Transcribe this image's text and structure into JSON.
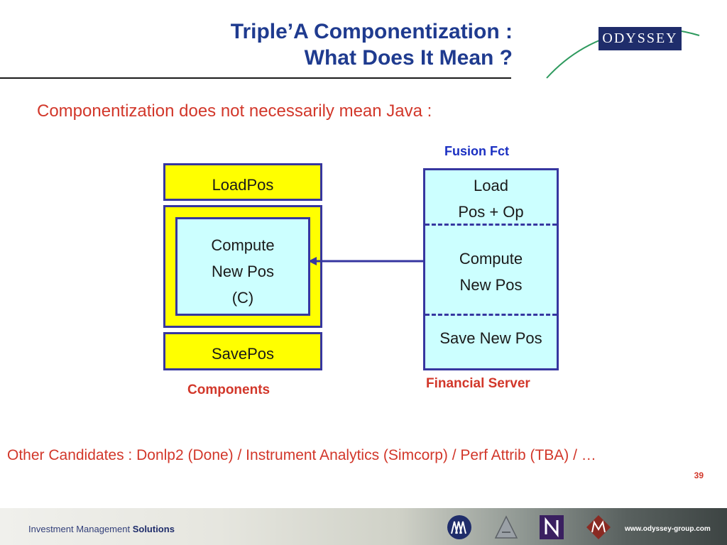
{
  "title": {
    "line1": "Triple’A Componentization :",
    "line2": "What Does It Mean ?"
  },
  "logo": {
    "text": "ODYSSEY"
  },
  "subtitle": "Componentization does not necessarily mean Java :",
  "components": {
    "load_box": "LoadPos",
    "compute_box": {
      "line1": "Compute",
      "line2": "New Pos",
      "line3": "(C)"
    },
    "save_box": "SavePos",
    "caption": "Components"
  },
  "server": {
    "header": "Fusion Fct",
    "section1": {
      "line1": "Load",
      "line2": "Pos + Op"
    },
    "section2": {
      "line1": "Compute",
      "line2": "New Pos"
    },
    "section3": "Save New Pos",
    "caption": "Financial Server"
  },
  "candidates": "Other Candidates : Donlp2 (Done) / Instrument Analytics (Simcorp) / Perf Attrib (TBA) / …",
  "page_number": "39",
  "footer": {
    "text_regular": "Investment Management ",
    "text_bold": "Solutions",
    "url": "www.odyssey-group.com"
  },
  "colors": {
    "title": "#1f3b8f",
    "accent_red": "#d2372a",
    "label_blue": "#1a2fc2",
    "box_yellow": "#ffff00",
    "box_cyan": "#ccffff",
    "border": "#3636a0"
  },
  "icons": [
    "odyssey-swoosh-icon",
    "arrow-left-icon",
    "footer-logo-aaa-icon",
    "footer-logo-a-icon",
    "footer-logo-n-icon",
    "footer-logo-m-icon"
  ]
}
